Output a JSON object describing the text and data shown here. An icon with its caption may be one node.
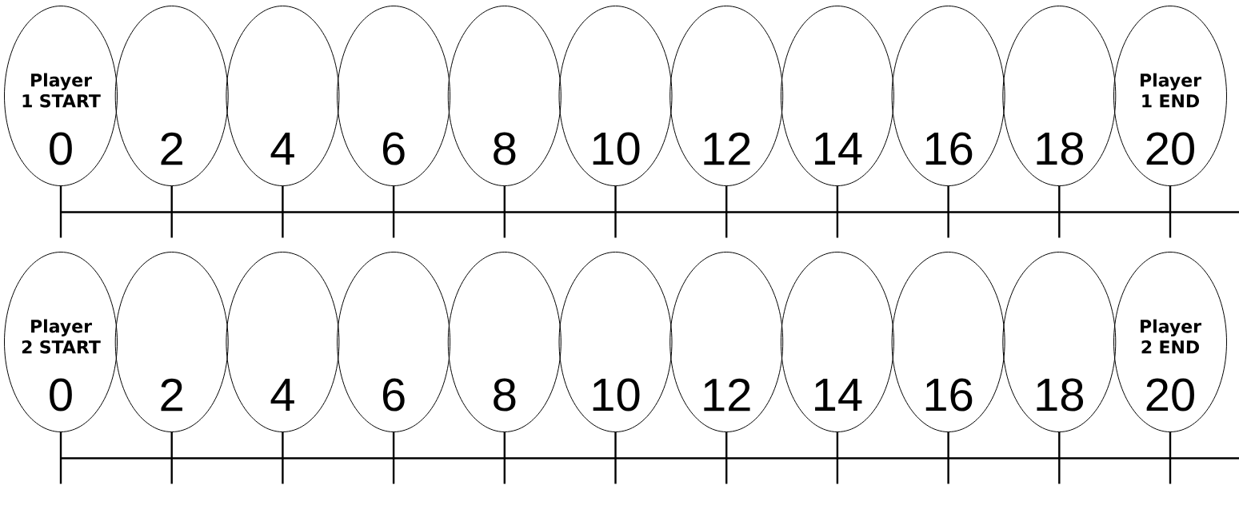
{
  "diagram": {
    "nodes": [
      {
        "text": [
          "Player 1 START",
          "0"
        ]
      },
      {
        "text": [
          "2"
        ]
      },
      {
        "text": [
          "4"
        ]
      },
      {
        "text": [
          "6"
        ]
      },
      {
        "text": [
          "8"
        ]
      },
      {
        "text": [
          "10"
        ]
      },
      {
        "text": [
          "12"
        ]
      },
      {
        "text": [
          "14"
        ]
      },
      {
        "text": [
          "16"
        ]
      },
      {
        "text": [
          "18"
        ]
      },
      {
        "text": [
          "Player 1 END",
          "20"
        ]
      },
      {
        "text": [
          "Player 2 START",
          "0"
        ]
      },
      {
        "text": [
          "2"
        ]
      },
      {
        "text": [
          "4"
        ]
      },
      {
        "text": [
          "6"
        ]
      },
      {
        "text": [
          "8"
        ]
      },
      {
        "text": [
          "10"
        ]
      },
      {
        "text": [
          "12"
        ]
      },
      {
        "text": [
          "14"
        ]
      },
      {
        "text": [
          "16"
        ]
      },
      {
        "text": [
          "18"
        ]
      },
      {
        "text": [
          "Player 2 END",
          "20"
        ]
      }
    ]
  }
}
